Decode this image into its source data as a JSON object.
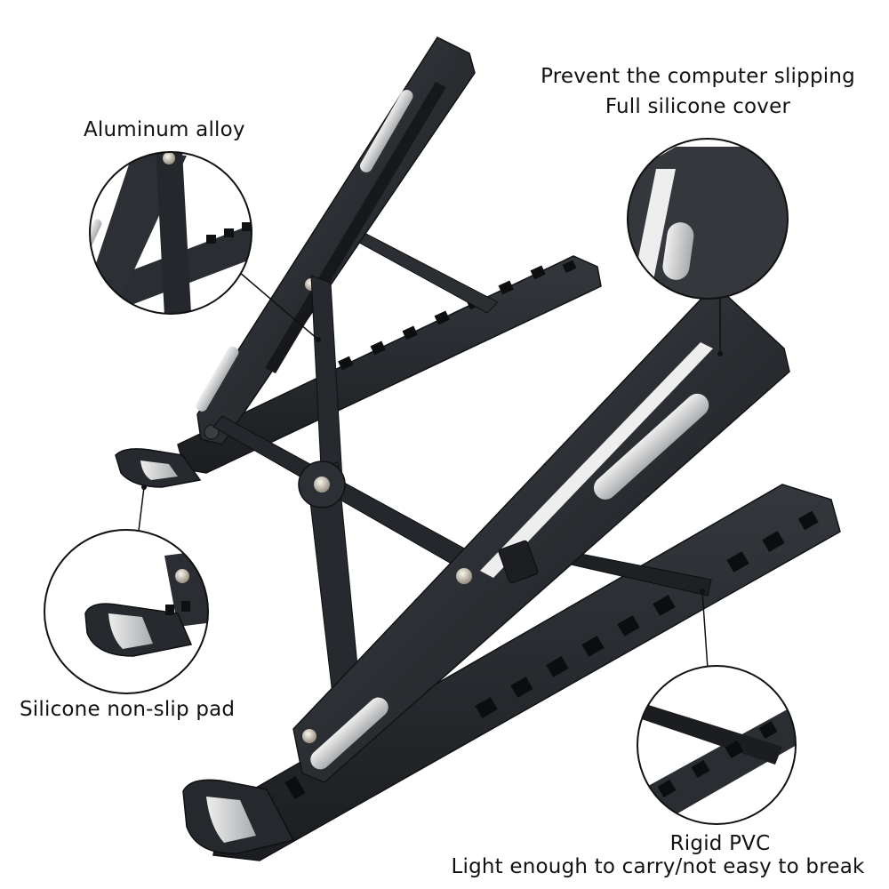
{
  "photo": {
    "subject_icon": "laptop-stand-icon",
    "colors": {
      "background": "#ffffff",
      "frame": "#2b2e32",
      "frame_edge": "#15171a",
      "frame_highlight": "#4a4e54",
      "pad": "#c9cbcd",
      "rivet": "#d8d4c8",
      "callout_ring": "#111111"
    }
  },
  "callouts": {
    "aluminum": {
      "text": "Aluminum alloy",
      "icon": "zoom-circle-icon"
    },
    "silicone_pad": {
      "text": "Silicone non-slip pad",
      "icon": "zoom-circle-icon"
    },
    "cover": {
      "line1": "Prevent the computer slipping",
      "line2": "Full silicone cover",
      "icon": "zoom-circle-icon"
    },
    "pvc": {
      "line1": "Rigid PVC",
      "line2": "Light enough to carry/not easy to break",
      "icon": "zoom-circle-icon"
    }
  }
}
